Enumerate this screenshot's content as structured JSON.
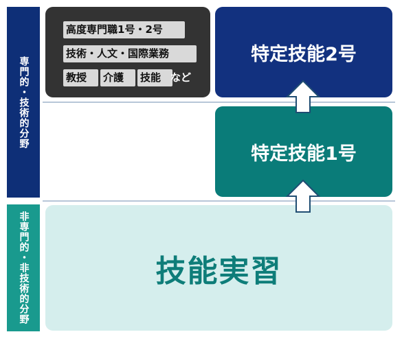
{
  "sidebar": {
    "top_label": "専門的・技術的分野",
    "bottom_label": "非専門的・非技術的分野"
  },
  "colors": {
    "navy": "#12317f",
    "teal": "#0a7c79",
    "light_teal": "#d5eeed",
    "dark_gray": "#333333",
    "sidebar_green": "#199a8e"
  },
  "professional_visas": {
    "advanced": "高度専門職1号・2号",
    "engineer_humanities": "技術・人文・国際業務",
    "professor": "教授",
    "nursing_care": "介護",
    "skilled_labor": "技能",
    "etc": "など"
  },
  "boxes": {
    "specified_skill_2": "特定技能2号",
    "specified_skill_1": "特定技能1号",
    "technical_intern": "技能実習"
  }
}
